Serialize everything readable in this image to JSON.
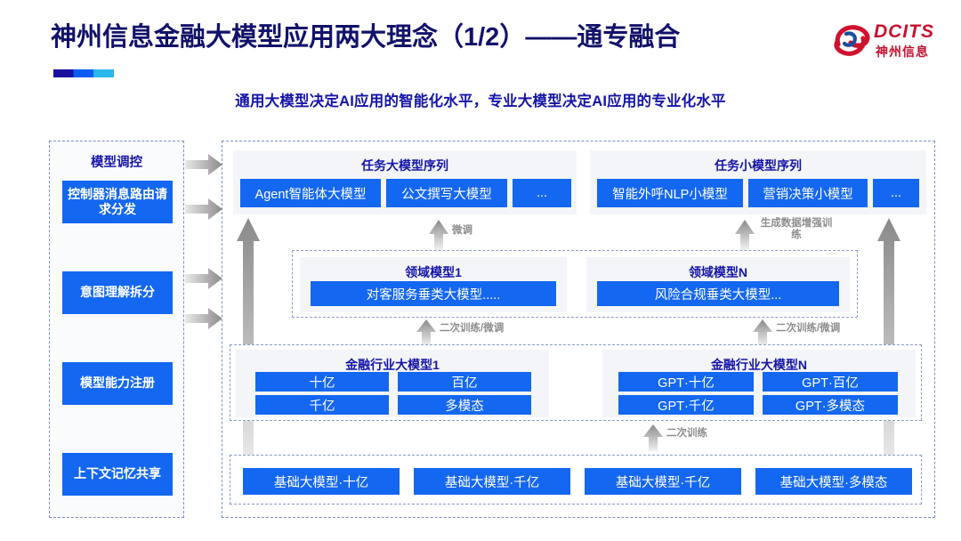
{
  "header": {
    "title": "神州信息金融大模型应用两大理念（1/2）——通专融合",
    "subtitle": "通用大模型决定AI应用的智能化水平，专业大模型决定AI应用的专业化水平",
    "logo_en": "DCITS",
    "logo_cn": "神州信息",
    "accent_colors": [
      "#1a0f9e",
      "#0b5bf0",
      "#29b6e8"
    ],
    "title_color": "#12126b",
    "subtitle_color": "#1515a8"
  },
  "left_panel": {
    "title": "模型调控",
    "items": [
      {
        "label": "控制器消息路由请求分发"
      },
      {
        "label": "意图理解拆分"
      },
      {
        "label": "模型能力注册"
      },
      {
        "label": "上下文记忆共享"
      }
    ]
  },
  "task_models": {
    "large": {
      "title": "任务大模型序列",
      "items": [
        "Agent智能体大模型",
        "公文撰写大模型",
        "..."
      ]
    },
    "small": {
      "title": "任务小模型序列",
      "items": [
        "智能外呼NLP小模型",
        "营销决策小模型",
        "..."
      ]
    }
  },
  "domain_models": {
    "left": {
      "title": "领域模型1",
      "item": "对客服务垂类大模型....."
    },
    "right": {
      "title": "领域模型N",
      "item": "风险合规垂类大模型..."
    }
  },
  "industry_models": {
    "left": {
      "title": "金融行业大模型1",
      "items": [
        "十亿",
        "百亿",
        "千亿",
        "多模态"
      ]
    },
    "right": {
      "title": "金融行业大模型N",
      "items": [
        "GPT·十亿",
        "GPT·百亿",
        "GPT·千亿",
        "GPT·多模态"
      ]
    }
  },
  "base_models": {
    "items": [
      "基础大模型·十亿",
      "基础大模型·千亿",
      "基础大模型·千亿",
      "基础大模型·多模态"
    ]
  },
  "arrow_labels": {
    "finetune_left": "微调",
    "gen_data_aug": "生成数据增强训练",
    "retrain_left": "二次训练/微调",
    "retrain_right": "二次训练/微调",
    "retrain_base": "二次训练"
  },
  "colors": {
    "chip_blue": "#1467f0",
    "panel_gray": "#f3f5f8",
    "dashed_border": "#7a8fc4",
    "arrow_gray": "#9a9a9a"
  }
}
